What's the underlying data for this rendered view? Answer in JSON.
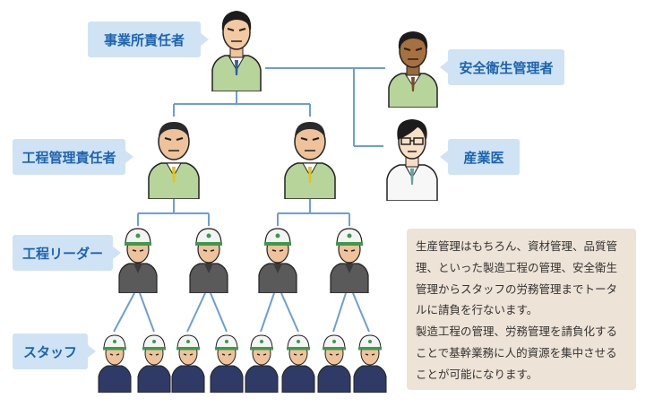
{
  "labels": {
    "executive": "事業所責任者",
    "safety_manager": "安全衛生管理者",
    "doctor": "産業医",
    "process_manager": "工程管理責任者",
    "process_leader": "工程リーダー",
    "staff": "スタッフ"
  },
  "description": {
    "paragraph1": "生産管理はもちろん、資材管理、品質管理、といった製造工程の管理、安全衛生管理からスタッフの労務管理までトータルに請負を行ないます。",
    "paragraph2": "製造工程の管理、労務管理を請負化することで基幹業務に人的資源を集中させることが可能になります。"
  },
  "colors": {
    "label_bg": "#cfe3f5",
    "label_text": "#1d63b0",
    "connector": "#6a9fd8",
    "note_bg": "#ede3d6"
  }
}
